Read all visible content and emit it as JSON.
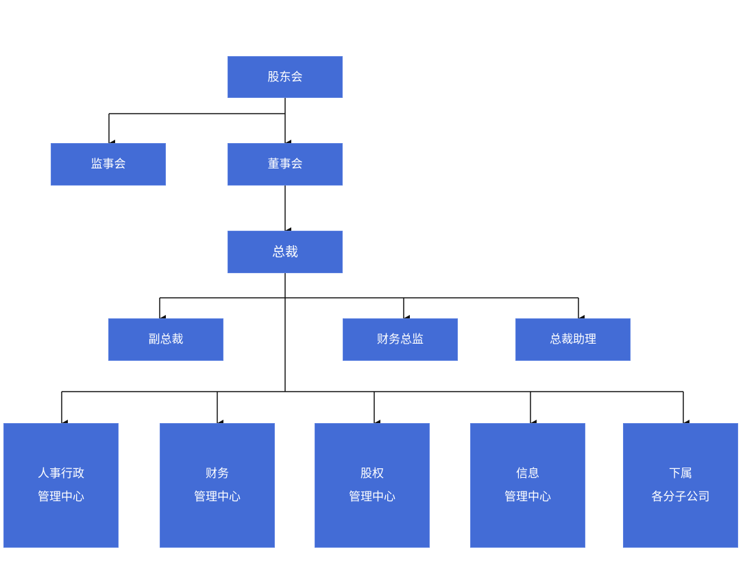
{
  "colors": {
    "box": "#436cd6",
    "line": "#111111",
    "text": "#ffffff"
  },
  "nodes": {
    "shareholders": "股东会",
    "supervisors": "监事会",
    "board": "董事会",
    "president": "总裁",
    "vice_president": "副总裁",
    "cfo": "财务总监",
    "assistant": "总裁助理",
    "hr": [
      "人事行政",
      "管理中心"
    ],
    "finance": [
      "财务",
      "管理中心"
    ],
    "equity": [
      "股权",
      "管理中心"
    ],
    "info": [
      "信息",
      "管理中心"
    ],
    "subsidiaries": [
      "下属",
      "各分子公司"
    ]
  }
}
